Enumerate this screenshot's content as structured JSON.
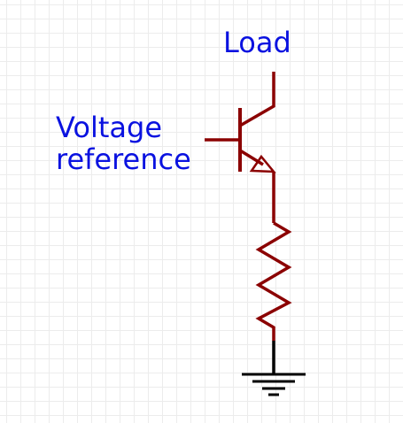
{
  "labels": {
    "load": "Load",
    "voltage_reference_line1": "Voltage",
    "voltage_reference_line2": "reference"
  },
  "components": {
    "transistor": "npn-transistor-icon",
    "resistor": "resistor-icon",
    "ground": "ground-icon"
  },
  "colors": {
    "wire": "#8b0000",
    "ground_wire": "#000000",
    "label_text": "#0a12e0",
    "grid": "#ececec",
    "background": "#ffffff"
  }
}
